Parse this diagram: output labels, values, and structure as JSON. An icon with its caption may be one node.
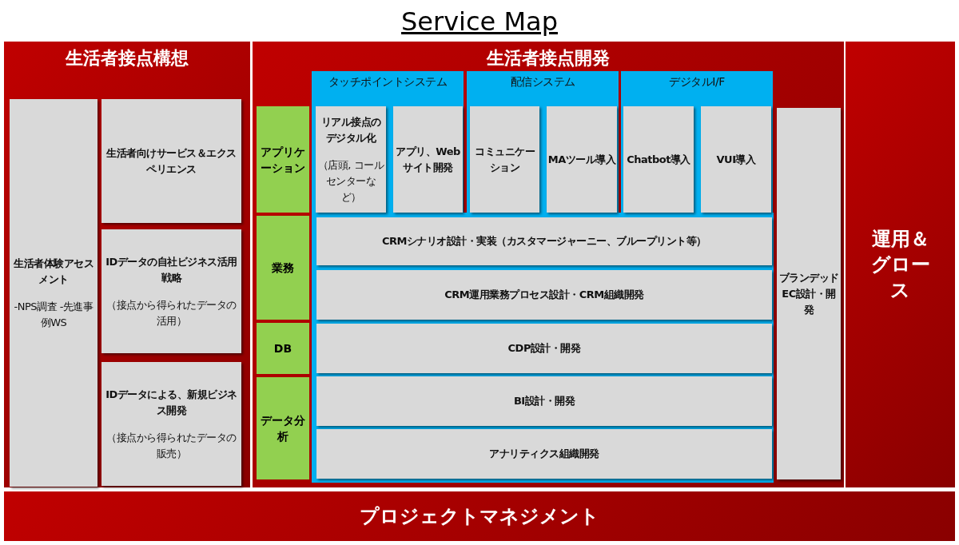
{
  "diagram": {
    "title": "Service Map",
    "nodes": [
      {
        "text": [
          "生活者接点構想"
        ]
      },
      {
        "text": [
          "生活者体験アセスメント",
          "-NPS調査 -先進事例WS"
        ],
        "in": 0
      },
      {
        "text": [
          "生活者向けサービス＆エクスペリエンス"
        ],
        "in": 0
      },
      {
        "text": [
          "IDデータの自社ビジネス活用戦略",
          "（接点から得られたデータの活用）"
        ],
        "in": 0
      },
      {
        "text": [
          "IDデータによる、新規ビジネス開発",
          "（接点から得られたデータの販売）"
        ],
        "in": 0
      },
      {
        "text": [
          "生活者接点開発"
        ]
      },
      {
        "text": [
          "タッチポイントシステム"
        ],
        "in": 5
      },
      {
        "text": [
          "配信システム"
        ],
        "in": 5
      },
      {
        "text": [
          "デジタルI/F"
        ],
        "in": 5
      },
      {
        "text": [
          "アプリケーション"
        ],
        "in": 5
      },
      {
        "text": [
          "リアル接点のデジタル化",
          "（店頭, コールセンターなど）"
        ],
        "in": 6
      },
      {
        "text": [
          "アプリ、Webサイト開発"
        ],
        "in": 6
      },
      {
        "text": [
          "コミュニケーション"
        ],
        "in": 7
      },
      {
        "text": [
          "MAツール導入"
        ],
        "in": 7
      },
      {
        "text": [
          "Chatbot導入"
        ],
        "in": 8
      },
      {
        "text": [
          "VUI導入"
        ],
        "in": 8
      },
      {
        "text": [
          "業務"
        ],
        "in": 5
      },
      {
        "text": [
          "CRMシナリオ設計・実装（カスタマージャーニー、ブループリント等）"
        ],
        "in": 5
      },
      {
        "text": [
          "CRM運用業務プロセス設計・CRM組織開発"
        ],
        "in": 5
      },
      {
        "text": [
          "DB"
        ],
        "in": 5
      },
      {
        "text": [
          "CDP設計・開発"
        ],
        "in": 5
      },
      {
        "text": [
          "データ分析"
        ],
        "in": 5
      },
      {
        "text": [
          "BI設計・開発"
        ],
        "in": 5
      },
      {
        "text": [
          "アナリティクス組織開発"
        ],
        "in": 5
      },
      {
        "text": [
          "ブランデッドEC設計・開発"
        ],
        "in": 5
      },
      {
        "text": [
          "運用＆グロース"
        ]
      },
      {
        "text": [
          "プロジェクトマネジメント"
        ]
      }
    ],
    "edges": []
  }
}
